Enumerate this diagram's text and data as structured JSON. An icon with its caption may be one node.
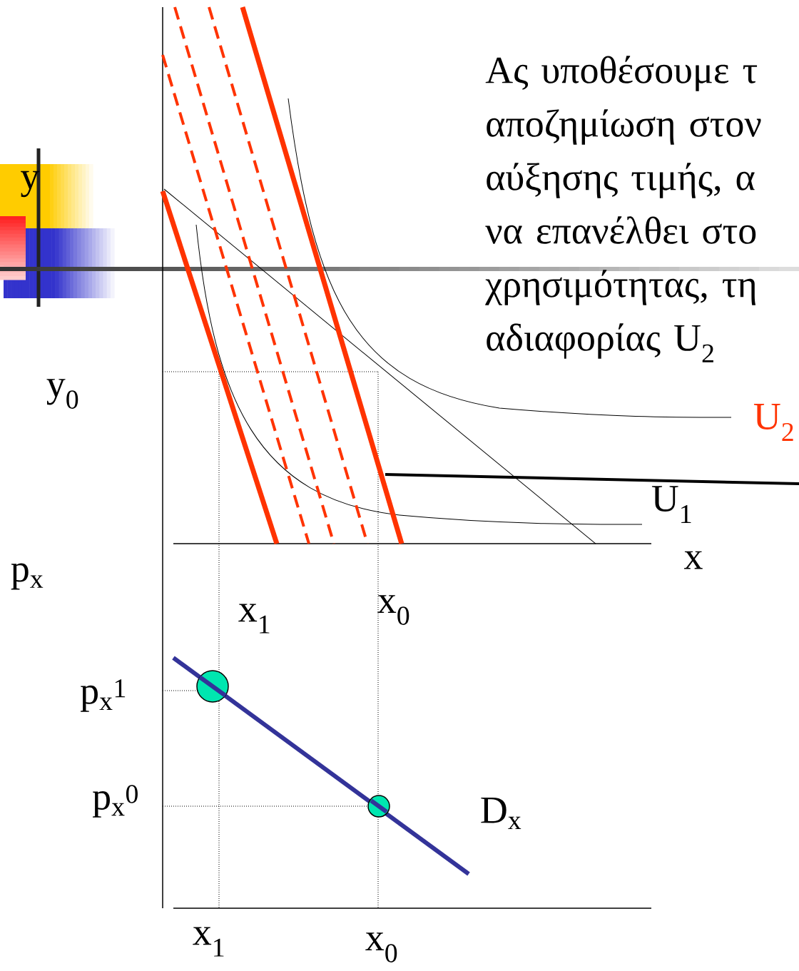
{
  "diagram": {
    "labels": [
      "Ας υποθέσουμε τ αποζημίωση στον αύξησης τιμής, α να επανέλθει στο χρησιμότητας, τη αδιαφορίας  U$_{2}$",
      "y",
      "y$_{0}$",
      "U$_{2}$",
      "U$_{1}$",
      "x",
      "p$_{x}$",
      "x$_{1}$",
      "x$_{0}$",
      "p$_{x}$$^{1}$",
      "p$_{x}$$^{0}$",
      "D$_{x}$",
      "x$_{1}$",
      "x$_{0}$"
    ]
  }
}
